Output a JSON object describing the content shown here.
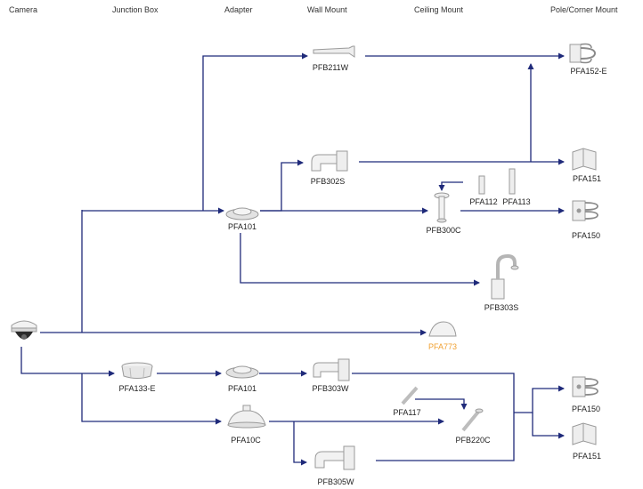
{
  "colors": {
    "connector": "#1f2a7a",
    "highlight_label": "#f0a030",
    "label": "#222222",
    "product": "#e6e6e6",
    "product_edge": "#9a9a9a"
  },
  "columns": {
    "camera": "Camera",
    "junction_box": "Junction Box",
    "adapter": "Adapter",
    "wall_mount": "Wall Mount",
    "ceiling_mount": "Ceiling Mount",
    "pole_corner_mount": "Pole/Corner Mount"
  },
  "products": {
    "camera": {
      "label": "",
      "icon": "dome-camera-icon"
    },
    "pfb211w": {
      "label": "PFB211W",
      "icon": "wall-mount-bracket-icon"
    },
    "pfa152e": {
      "label": "PFA152-E",
      "icon": "pole-mount-icon"
    },
    "pfb302s": {
      "label": "PFB302S",
      "icon": "wall-arm-mount-icon"
    },
    "pfa151_top": {
      "label": "PFA151",
      "icon": "corner-mount-icon"
    },
    "pfa101_top": {
      "label": "PFA101",
      "icon": "adapter-plate-icon"
    },
    "pfa112": {
      "label": "PFA112",
      "icon": "extension-pole-icon"
    },
    "pfa113": {
      "label": "PFA113",
      "icon": "extension-pole-icon"
    },
    "pfb300c": {
      "label": "PFB300C",
      "icon": "ceiling-mount-icon"
    },
    "pfa150_top": {
      "label": "PFA150",
      "icon": "pole-mount-icon"
    },
    "pfb303s": {
      "label": "PFB303S",
      "icon": "gooseneck-mount-icon"
    },
    "pfa773": {
      "label": "PFA773",
      "icon": "pendant-cover-icon"
    },
    "pfa133e": {
      "label": "PFA133-E",
      "icon": "junction-box-icon"
    },
    "pfa101_bottom": {
      "label": "PFA101",
      "icon": "adapter-plate-icon"
    },
    "pfb303w": {
      "label": "PFB303W",
      "icon": "wall-mount-icon"
    },
    "pfa117": {
      "label": "PFA117",
      "icon": "extension-pole-icon"
    },
    "pfb220c": {
      "label": "PFB220C",
      "icon": "ceiling-pendant-icon"
    },
    "pfa10c": {
      "label": "PFA10C",
      "icon": "pendant-adapter-icon"
    },
    "pfa150_bottom": {
      "label": "PFA150",
      "icon": "pole-mount-icon"
    },
    "pfa151_bottom": {
      "label": "PFA151",
      "icon": "corner-mount-icon"
    },
    "pfb305w": {
      "label": "PFB305W",
      "icon": "wall-mount-icon"
    }
  }
}
